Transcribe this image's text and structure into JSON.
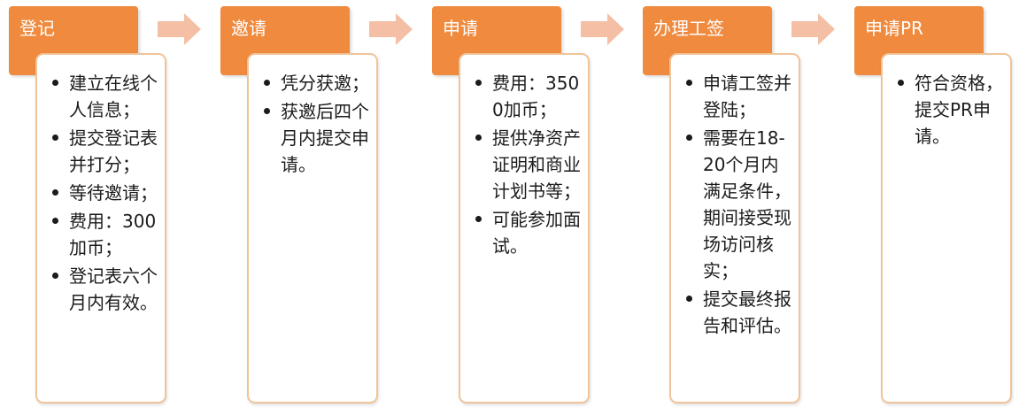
{
  "colors": {
    "header_fill": "#ef8a3e",
    "header_text": "#ffffff",
    "body_border": "#f0c49a",
    "arrow_fill": "#f4bfa5",
    "text": "#1b1b1b"
  },
  "stages": [
    {
      "title": "登记",
      "items": [
        "建立在线个人信息；",
        "提交登记表并打分；",
        "等待邀请；",
        "费用：300加币；",
        "登记表六个月内有效。"
      ]
    },
    {
      "title": "邀请",
      "items": [
        "凭分获邀；",
        "获邀后四个月内提交申请。"
      ]
    },
    {
      "title": "申请",
      "items": [
        "费用：3500加币；",
        "提供净资产证明和商业计划书等；",
        "可能参加面试。"
      ]
    },
    {
      "title": "办理工签",
      "items": [
        "申请工签并登陆；",
        "需要在18-20个月内满足条件，期间接受现场访问核实；",
        "提交最终报告和评估。"
      ]
    },
    {
      "title": "申请PR",
      "items": [
        "符合资格，提交PR申请。"
      ]
    }
  ],
  "arrows": [
    {
      "icon": "right-arrow-icon"
    },
    {
      "icon": "right-arrow-icon"
    },
    {
      "icon": "right-arrow-icon"
    },
    {
      "icon": "right-arrow-icon"
    }
  ]
}
